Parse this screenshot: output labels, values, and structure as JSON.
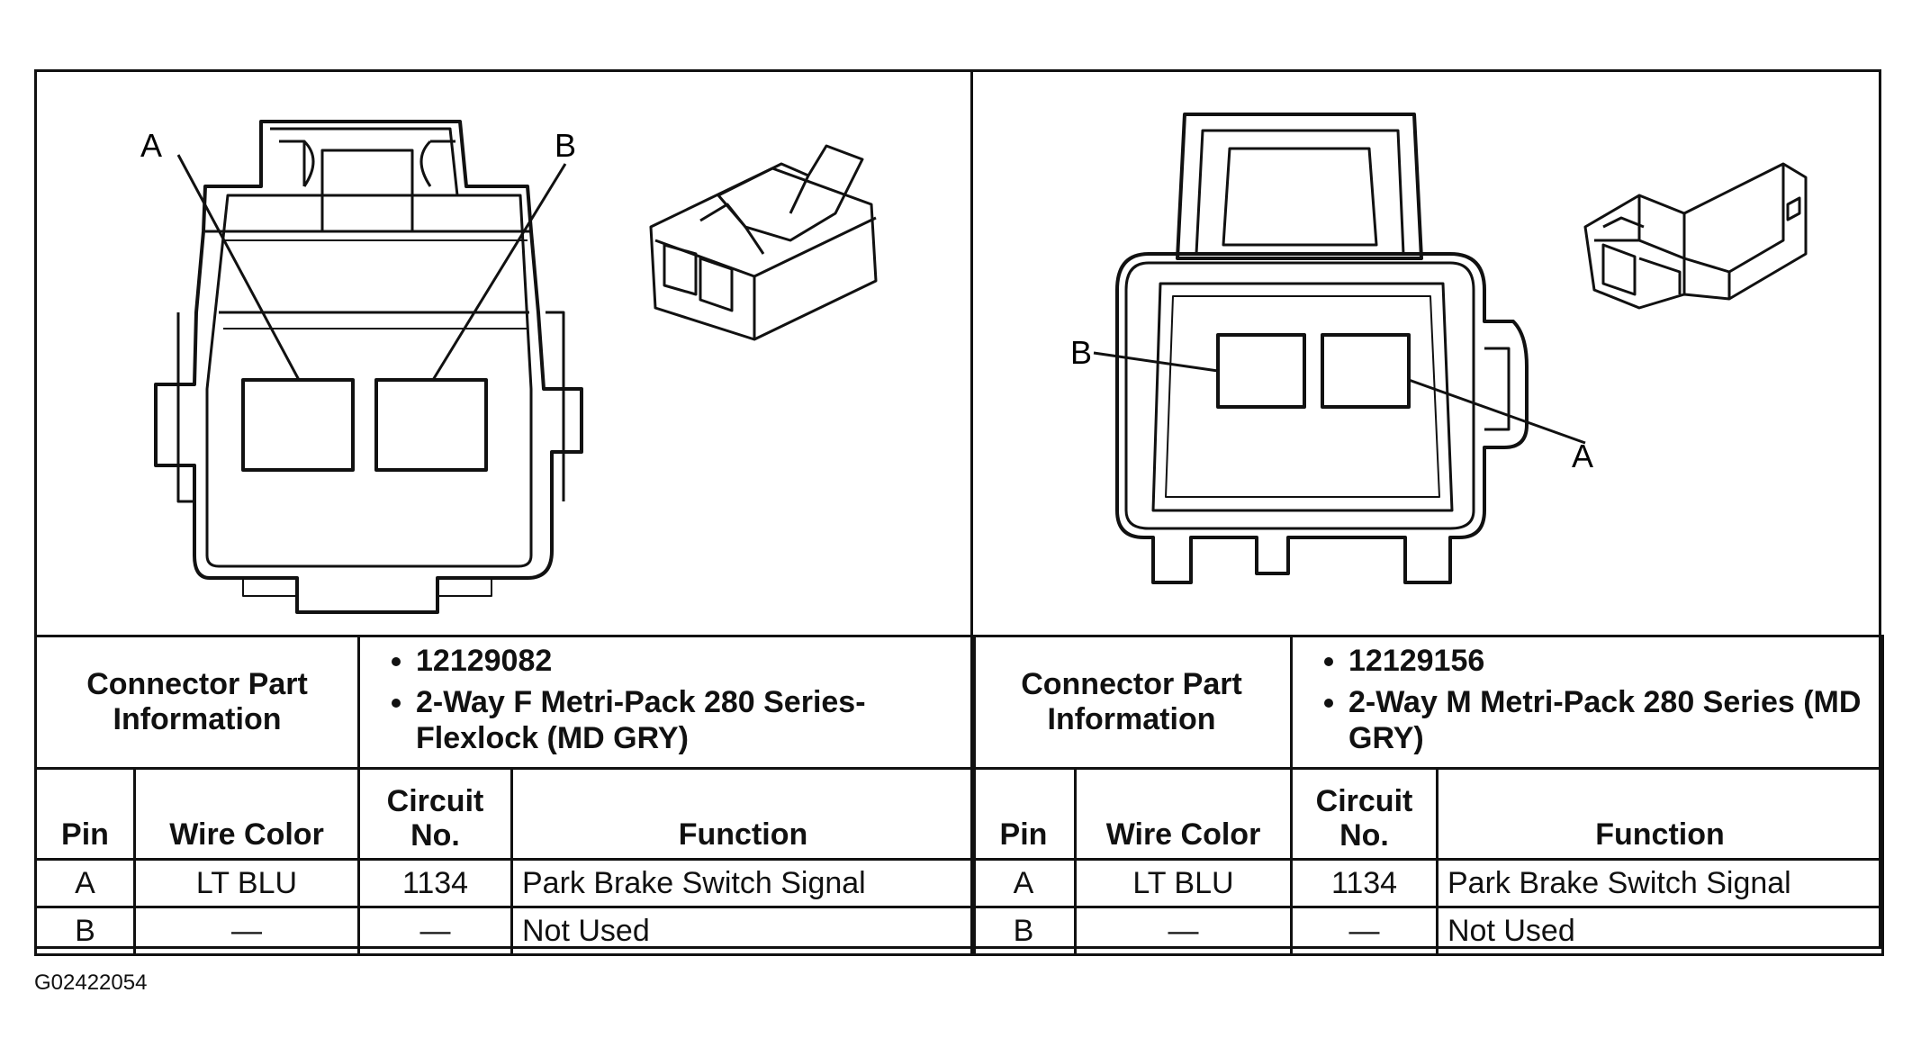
{
  "left": {
    "pin_labels": {
      "a": "A",
      "b": "B"
    },
    "connector_info": {
      "label": "Connector Part Information",
      "items": [
        "12129082",
        "2-Way F Metri-Pack 280 Series-Flexlock (MD GRY)"
      ]
    },
    "columns": {
      "pin": "Pin",
      "wire_color": "Wire Color",
      "circuit_no": "Circuit No.",
      "function": "Function"
    },
    "rows": [
      {
        "pin": "A",
        "wire_color": "LT BLU",
        "circuit": "1134",
        "function": "Park Brake Switch Signal"
      },
      {
        "pin": "B",
        "wire_color": "—",
        "circuit": "—",
        "function": "Not Used"
      }
    ]
  },
  "right": {
    "pin_labels": {
      "a": "A",
      "b": "B"
    },
    "connector_info": {
      "label": "Connector Part Information",
      "items": [
        "12129156",
        "2-Way M Metri-Pack 280 Series (MD GRY)"
      ]
    },
    "columns": {
      "pin": "Pin",
      "wire_color": "Wire Color",
      "circuit_no": "Circuit No.",
      "function": "Function"
    },
    "rows": [
      {
        "pin": "A",
        "wire_color": "LT BLU",
        "circuit": "1134",
        "function": "Park Brake Switch Signal"
      },
      {
        "pin": "B",
        "wire_color": "—",
        "circuit": "—",
        "function": "Not Used"
      }
    ]
  },
  "figure_id": "G02422054"
}
